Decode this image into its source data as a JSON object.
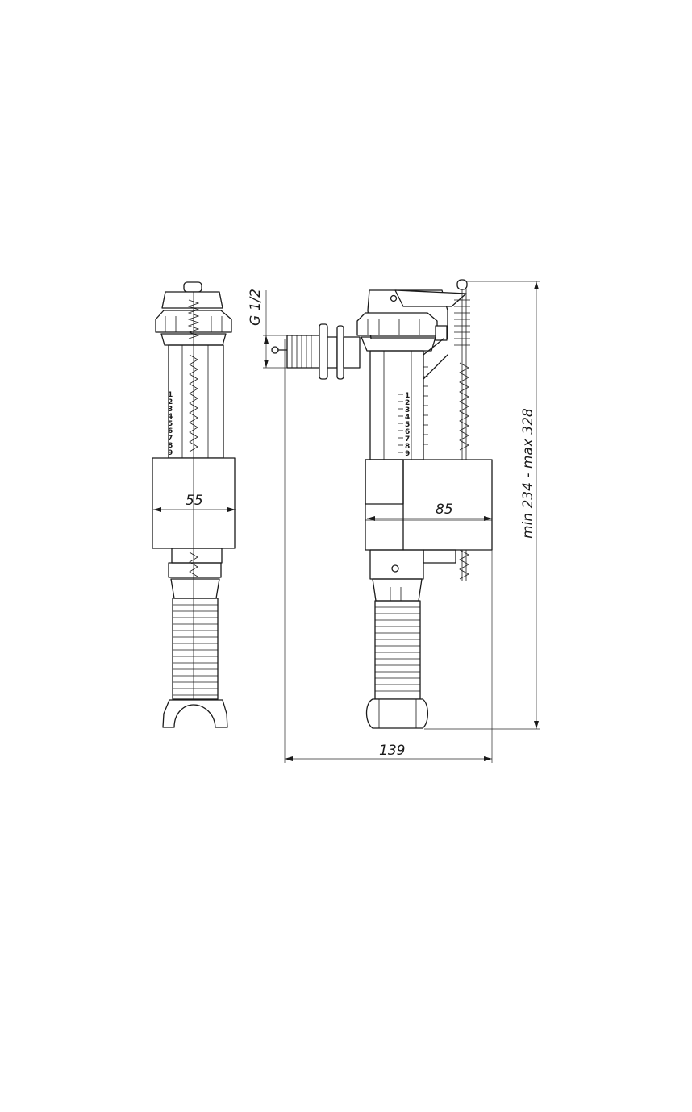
{
  "dimensions": {
    "width_left": "55",
    "width_right": "85",
    "overall_width": "139",
    "height_range": "min 234 - max 328",
    "thread": "G 1/2"
  },
  "scale_marks": [
    "1",
    "2",
    "3",
    "4",
    "5",
    "6",
    "7",
    "8",
    "9"
  ]
}
